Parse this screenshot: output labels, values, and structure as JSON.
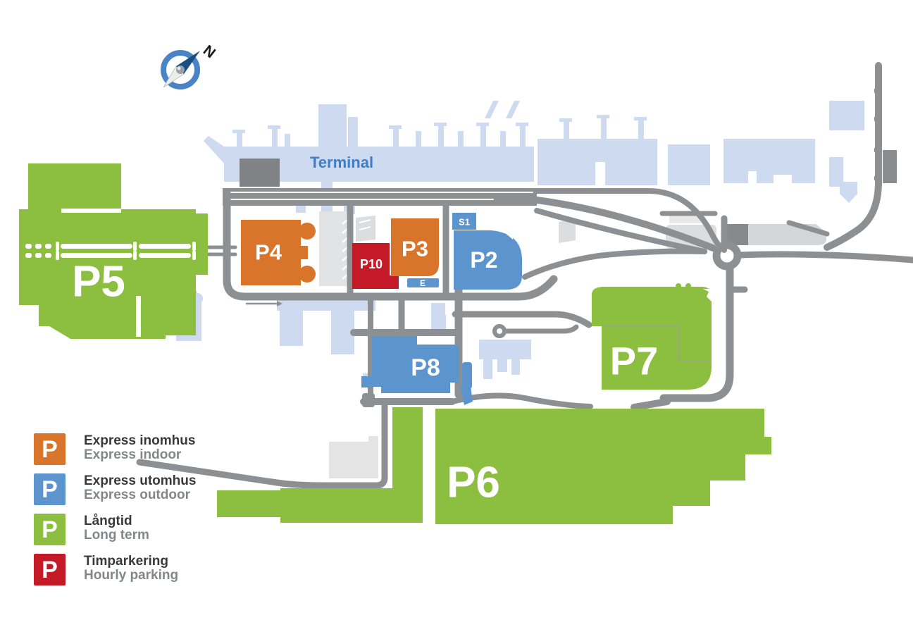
{
  "map": {
    "terminal_label": "Terminal",
    "compass_label": "N",
    "lots": {
      "p5": {
        "label": "P5",
        "type": "long_term"
      },
      "p4": {
        "label": "P4",
        "type": "express_indoor"
      },
      "p10": {
        "label": "P10",
        "type": "hourly_parking"
      },
      "p3": {
        "label": "P3",
        "type": "express_indoor"
      },
      "p2": {
        "label": "P2",
        "type": "express_outdoor"
      },
      "s1": {
        "label": "S1",
        "type": "express_outdoor"
      },
      "e": {
        "label": "E",
        "type": "express_outdoor"
      },
      "p8": {
        "label": "P8",
        "type": "express_outdoor"
      },
      "p7": {
        "label": "P7",
        "type": "long_term"
      },
      "p6": {
        "label": "P6",
        "type": "long_term"
      }
    },
    "colors": {
      "express_indoor": "#D9752B",
      "express_outdoor": "#5C94CE",
      "long_term": "#8CBE40",
      "hourly_parking": "#C41927",
      "road": "#8D9093",
      "terminal_building": "#CEDAF0",
      "gray_building": "#808285",
      "light_gray_building": "#E2E3E4",
      "terminal_text": "#3E7DC8",
      "compass_ring": "#4A84C6",
      "compass_needle": "#1B4E83"
    }
  },
  "legend": {
    "items": [
      {
        "symbol": "P",
        "color": "#D9752B",
        "title": "Express inomhus",
        "subtitle": "Express indoor"
      },
      {
        "symbol": "P",
        "color": "#5C94CE",
        "title": "Express utomhus",
        "subtitle": "Express outdoor"
      },
      {
        "symbol": "P",
        "color": "#8CBE40",
        "title": "Långtid",
        "subtitle": "Long term"
      },
      {
        "symbol": "P",
        "color": "#C41927",
        "title": "Timparkering",
        "subtitle": "Hourly parking"
      }
    ]
  }
}
